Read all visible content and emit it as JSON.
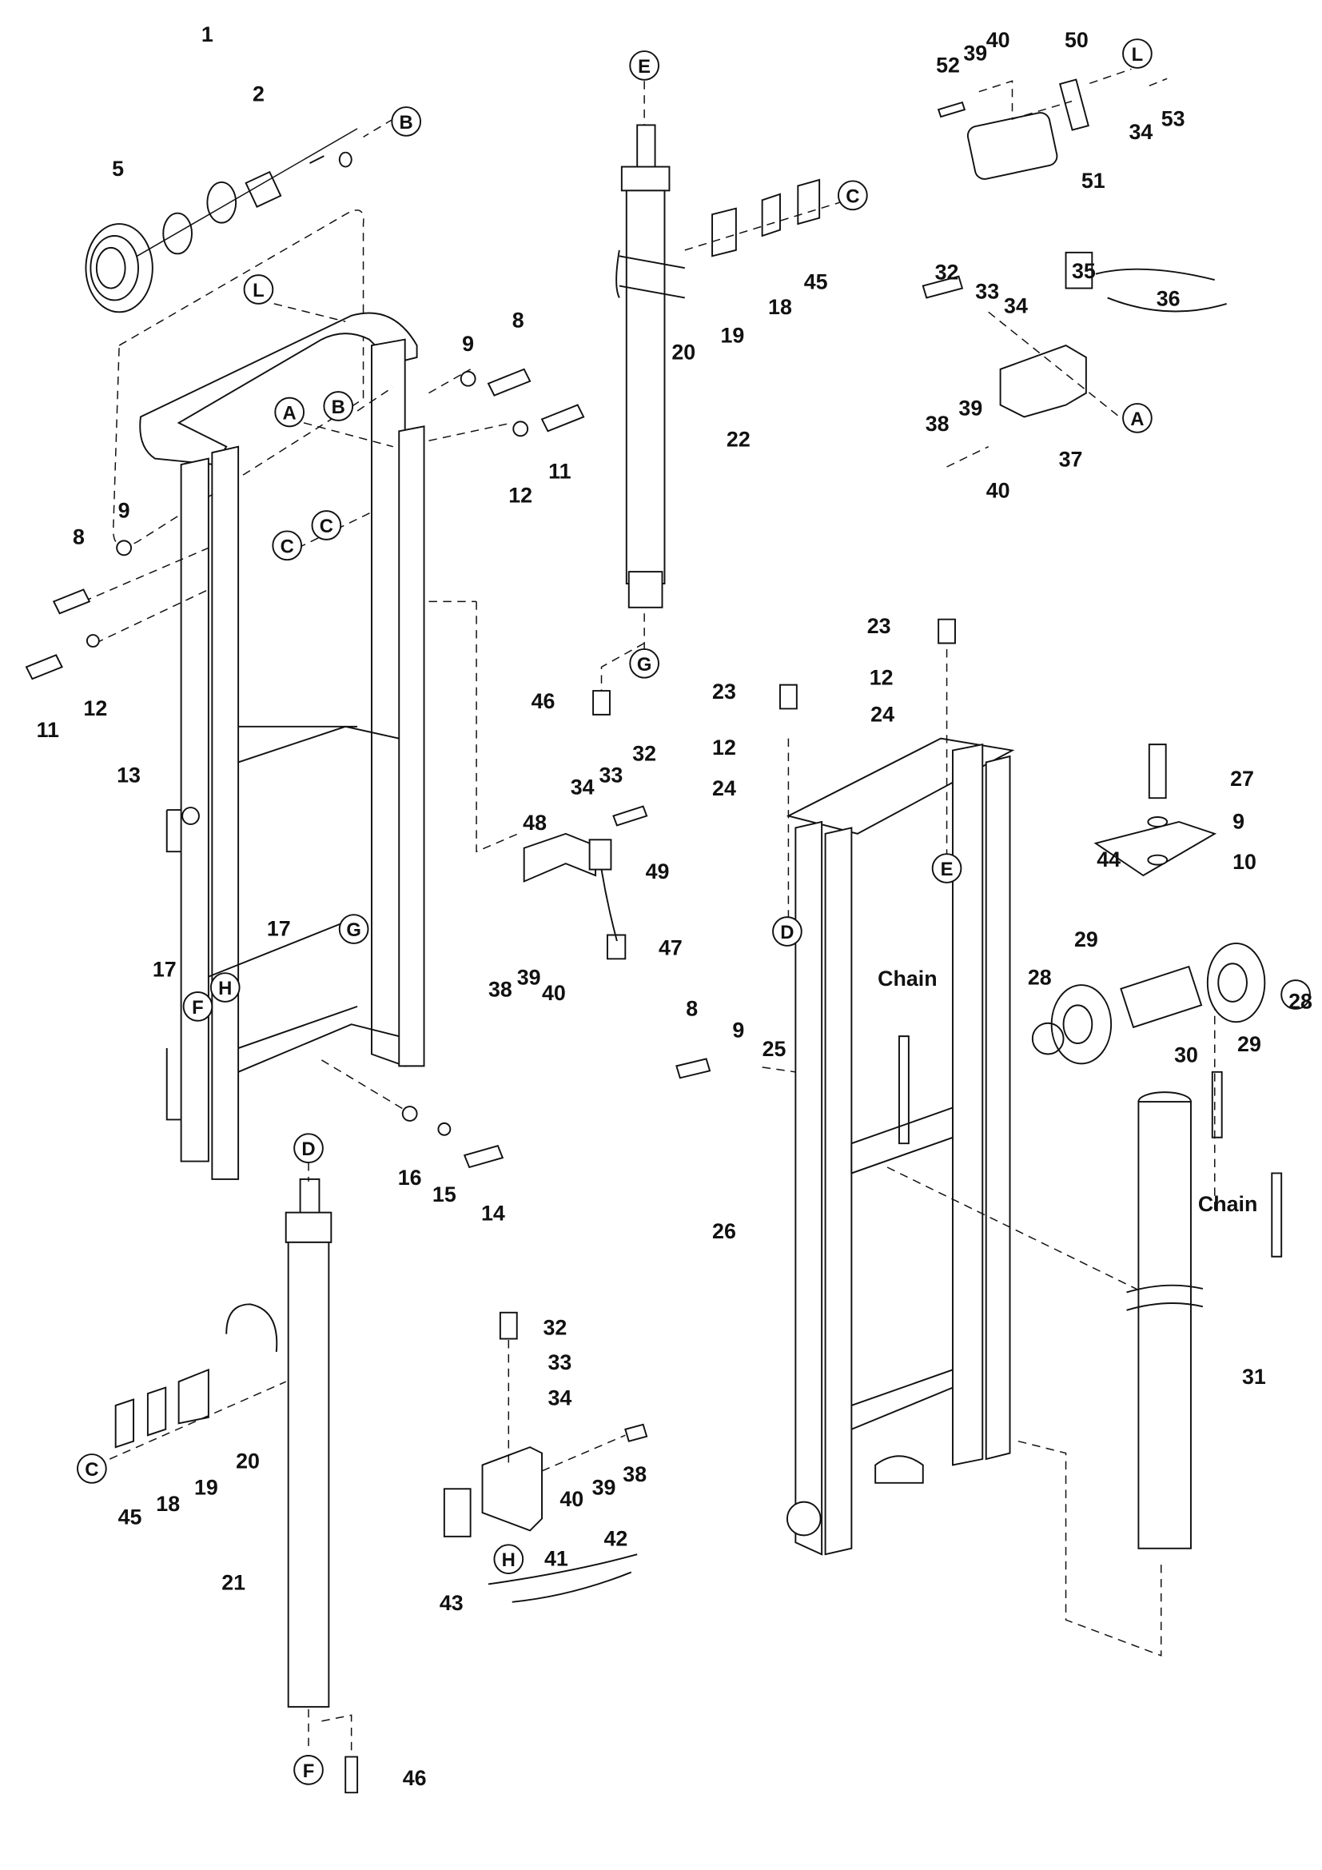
{
  "callouts": [
    "1",
    "2",
    "5",
    "9",
    "8",
    "12",
    "11",
    "8",
    "9",
    "11",
    "12",
    "13",
    "17",
    "17",
    "16",
    "15",
    "14",
    "20",
    "19",
    "18",
    "45",
    "21",
    "46",
    "45",
    "18",
    "19",
    "20",
    "22",
    "46",
    "32",
    "33",
    "34",
    "48",
    "49",
    "47",
    "38",
    "39",
    "40",
    "52",
    "39",
    "40",
    "50",
    "34",
    "53",
    "51",
    "32",
    "33",
    "34",
    "35",
    "36",
    "37",
    "38",
    "39",
    "40",
    "23",
    "12",
    "24",
    "23",
    "12",
    "24",
    "27",
    "9",
    "10",
    "44",
    "29",
    "28",
    "29",
    "28",
    "30",
    "8",
    "9",
    "25",
    "26",
    "31",
    "32",
    "33",
    "34",
    "38",
    "39",
    "40",
    "41",
    "42",
    "43"
  ],
  "reference_letters": [
    "B",
    "L",
    "A",
    "B",
    "C",
    "C",
    "H",
    "F",
    "G",
    "D",
    "C",
    "F",
    "E",
    "C",
    "G",
    "L",
    "A",
    "E",
    "D",
    "H"
  ],
  "text_labels": [
    "Chain",
    "Chain"
  ]
}
